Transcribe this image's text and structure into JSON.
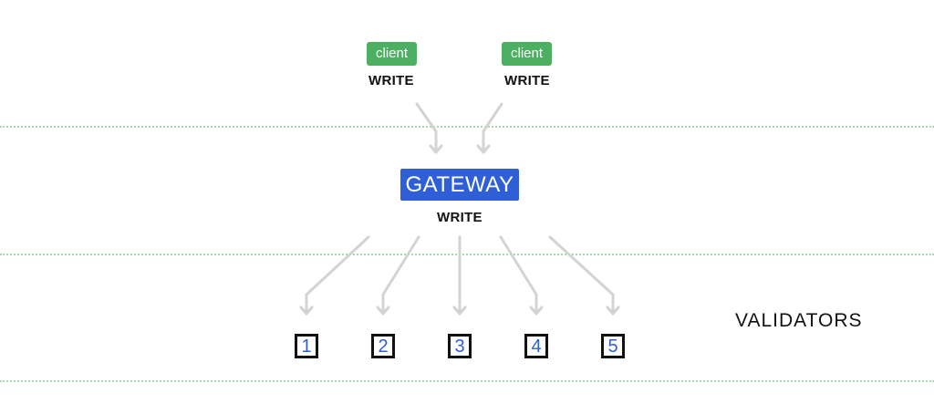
{
  "clients": [
    {
      "badge": "client",
      "action": "WRITE"
    },
    {
      "badge": "client",
      "action": "WRITE"
    }
  ],
  "gateway": {
    "label": "GATEWAY",
    "action": "WRITE"
  },
  "validators": {
    "title": "VALIDATORS",
    "nodes": [
      "1",
      "2",
      "3",
      "4",
      "5"
    ]
  },
  "colors": {
    "client": "#4caf62",
    "gateway": "#2f5fd6",
    "arrow": "#d3d3d3",
    "divider": "#a6d9b2",
    "validator_text": "#2f5fd6"
  }
}
